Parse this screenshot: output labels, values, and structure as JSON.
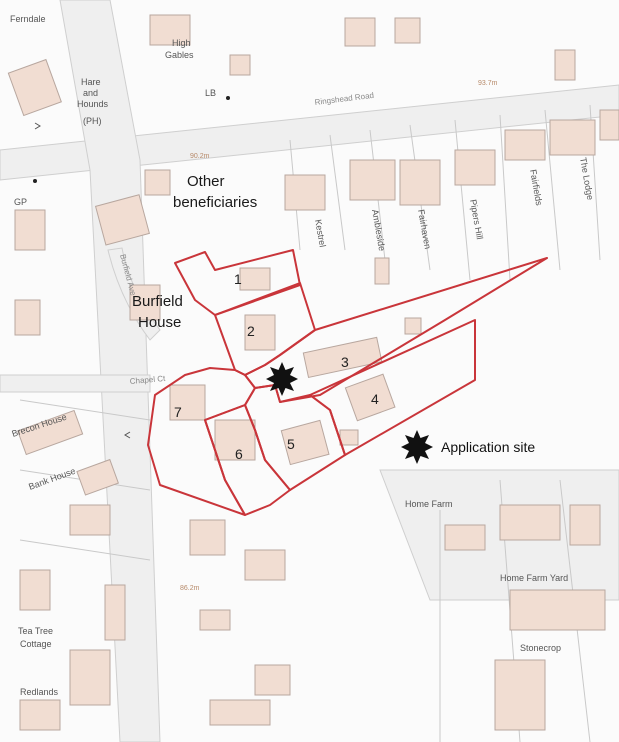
{
  "place_labels": {
    "ferndale": "Ferndale",
    "high_gables_1": "High",
    "high_gables_2": "Gables",
    "hare_1": "Hare",
    "hare_2": "and",
    "hare_3": "Hounds",
    "hare_4": "(PH)",
    "lb": "LB",
    "gp": "GP",
    "brecon_house": "Brecon House",
    "bank_house": "Bank House",
    "home_farm": "Home Farm",
    "home_farm_yard": "Home Farm Yard",
    "stonecrop": "Stonecrop",
    "tea_tree_1": "Tea Tree",
    "tea_tree_2": "Cottage",
    "redlands": "Redlands",
    "ambleside": "Ambleside",
    "fairhaven": "Fairhaven",
    "pipers_hill": "Pipers Hill",
    "fairfields": "Fairfields",
    "the_lodge": "The Lodge",
    "small_house": "Kestrel",
    "road_main": "Ringshead Road",
    "road_chapel": "Chapel Ct",
    "road_burfield": "Burfield Ave"
  },
  "contours": {
    "c1": "93.7m",
    "c2": "90.2m",
    "c3": "86.2m"
  },
  "annotations": {
    "other_1": "Other",
    "other_2": "beneficiaries",
    "burfield_1": "Burfield",
    "burfield_2": "House"
  },
  "plots": [
    "1",
    "2",
    "3",
    "4",
    "5",
    "6",
    "7"
  ],
  "legend": {
    "label": "Application site",
    "icon": "star-icon"
  },
  "colors": {
    "boundary": "#c9353a",
    "building": "#f1ddd2",
    "marker": "#111111"
  }
}
